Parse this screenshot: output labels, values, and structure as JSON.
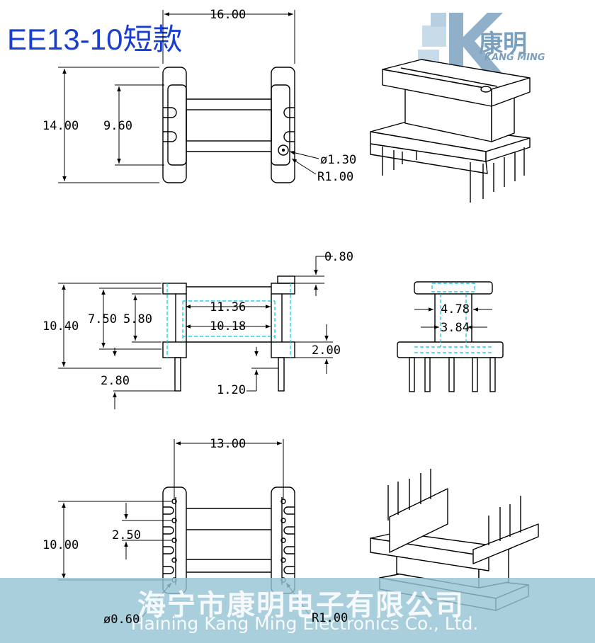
{
  "title": "EE13-10短款",
  "logo": {
    "brand_cn": "康明",
    "brand_en": "KANG MING"
  },
  "top_view": {
    "width": "16.00",
    "height": "14.00",
    "inner_height": "9.60",
    "hole_dia": "ø1.30",
    "radius": "R1.00"
  },
  "front_view": {
    "flange_step": "0.80",
    "total_height": "10.40",
    "height_a": "7.50",
    "height_b": "5.80",
    "span_a": "11.36",
    "span_b": "10.18",
    "base_height": "2.00",
    "pin_length": "2.80",
    "pin_offset": "1.20"
  },
  "side_view": {
    "width_a": "4.78",
    "width_b": "3.84"
  },
  "bottom_view": {
    "width": "13.00",
    "height": "10.00",
    "pitch": "2.50",
    "pin_dia": "ø0.60",
    "radius": "R1.00"
  },
  "watermark": {
    "cn": "海宁市康明电子有限公司",
    "en": "Haining Kang Ming Electronics Co., Ltd."
  },
  "colors": {
    "title": "#1a3fd0",
    "hidden_line": "#00c8e0",
    "banner": "#96c3d4",
    "logo": "#7aa0c0"
  }
}
